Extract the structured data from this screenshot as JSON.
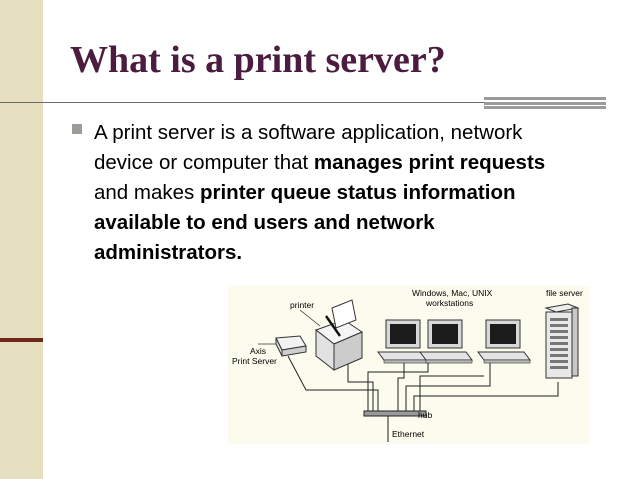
{
  "slide": {
    "title": "What is a print server?",
    "bullet": {
      "segments": [
        {
          "text": "A print server is a software application, network device or computer that ",
          "bold": false
        },
        {
          "text": "manages print requests",
          "bold": true
        },
        {
          "text": " and makes ",
          "bold": false
        },
        {
          "text": "printer queue status information available to end users and network administrators.",
          "bold": true
        }
      ]
    }
  },
  "diagram": {
    "labels": {
      "printer": "printer",
      "workstations_line1": "Windows, Mac, UNIX",
      "workstations_line2": "workstations",
      "file_server": "file server",
      "axis_line1": "Axis",
      "axis_line2": "Print Server",
      "hub": "hub",
      "ethernet": "Ethernet"
    }
  },
  "colors": {
    "title": "#4b1c3e",
    "left_band": "#e6e0c0",
    "accent_rule": "#6e2a18",
    "bullet": "#9a9c98"
  }
}
